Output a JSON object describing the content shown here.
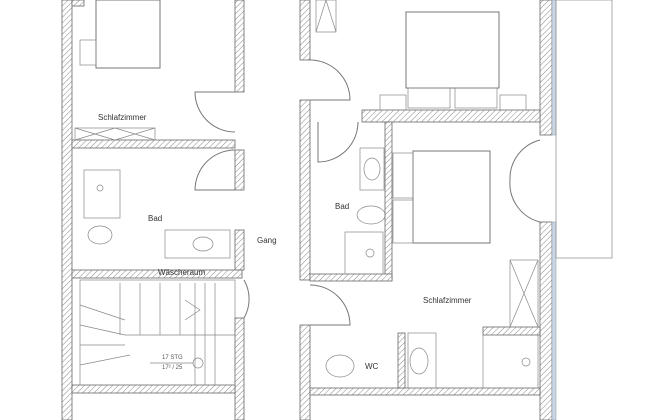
{
  "rooms": {
    "bedroom_left": "Schlafzimmer",
    "bath_left": "Bad",
    "hallway": "Gang",
    "laundry": "Wäscheraum",
    "bath_right": "Bad",
    "bedroom_right": "Schlafzimmer",
    "wc": "WC"
  },
  "stairs": {
    "steps_label": "17 STG",
    "ratio_label": "17² / 25"
  },
  "colors": {
    "wall_hatch": "#777777",
    "window_glass": "#c9d6e3"
  }
}
